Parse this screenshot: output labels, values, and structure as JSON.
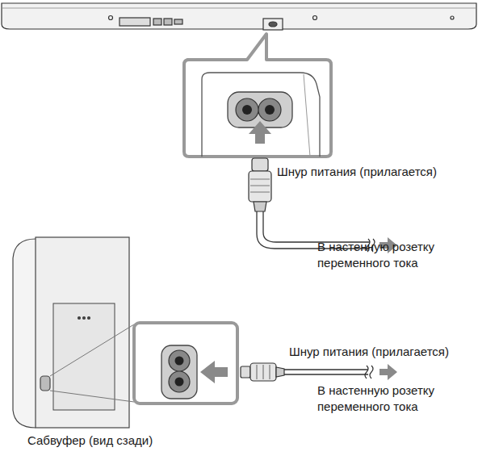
{
  "diagram": {
    "labels": [
      "Шнур питания (прилагается)",
      "В настенную розетку переменного тока",
      "Шнур питания (прилагается)",
      "В настенную розетку переменного тока",
      "Сабвуфер (вид сзади)"
    ]
  }
}
